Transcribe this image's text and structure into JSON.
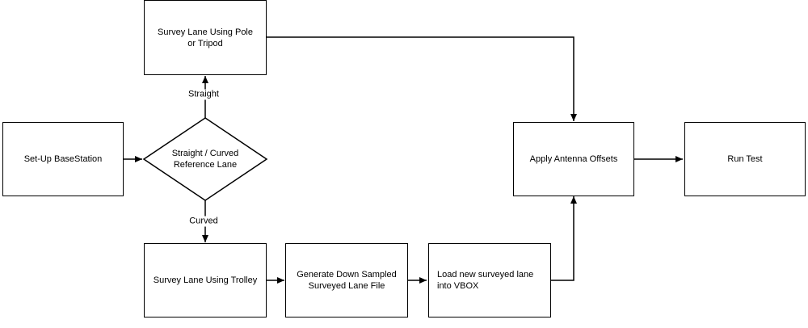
{
  "nodes": {
    "setup": "Set-Up BaseStation",
    "decision_line1": "Straight / Curved",
    "decision_line2": "Reference Lane",
    "pole_line1": "Survey Lane Using Pole",
    "pole_line2": "or Tripod",
    "trolley": "Survey Lane Using Trolley",
    "generate_line1": "Generate Down Sampled",
    "generate_line2": "Surveyed Lane File",
    "load_line1": "Load new surveyed lane",
    "load_line2": "into VBOX",
    "antenna": "Apply Antenna Offsets",
    "run": "Run Test"
  },
  "edges": {
    "straight_label": "Straight",
    "curved_label": "Curved"
  },
  "colors": {
    "stroke": "#000000",
    "fill": "#ffffff"
  }
}
